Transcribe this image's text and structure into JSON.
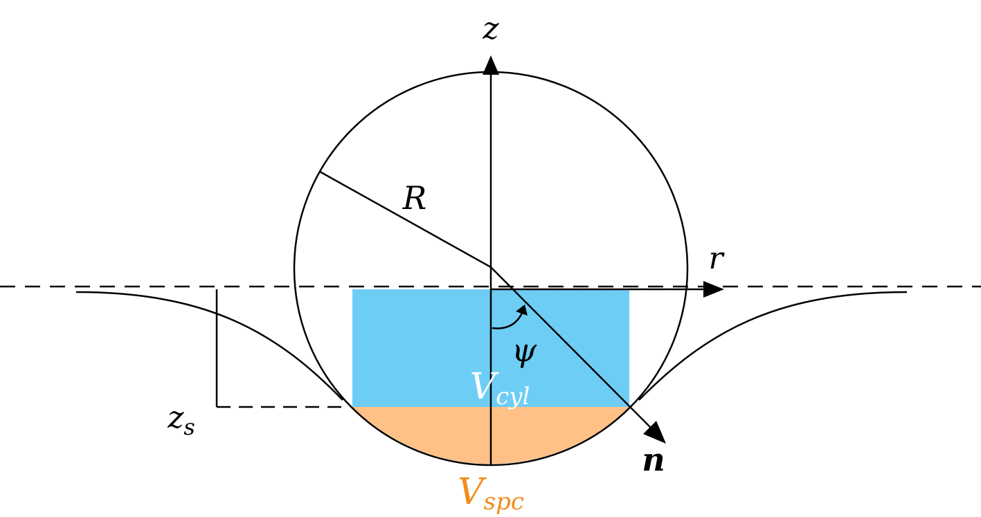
{
  "labels": {
    "z_axis": "z",
    "r_axis": "r",
    "radius": "R",
    "angle": "ψ",
    "normal": "n",
    "depth_main": "z",
    "depth_sub": "s",
    "vol_cyl_main": "V",
    "vol_cyl_sub": "cyl",
    "vol_spc_main": "V",
    "vol_spc_sub": "spc"
  },
  "colors": {
    "cylinder_fill": "#6dcdf5",
    "spherical_cap_fill": "#ffc185",
    "vol_cyl_text": "#ffffff",
    "vol_spc_text": "#f28c1c",
    "stroke": "#000000"
  }
}
